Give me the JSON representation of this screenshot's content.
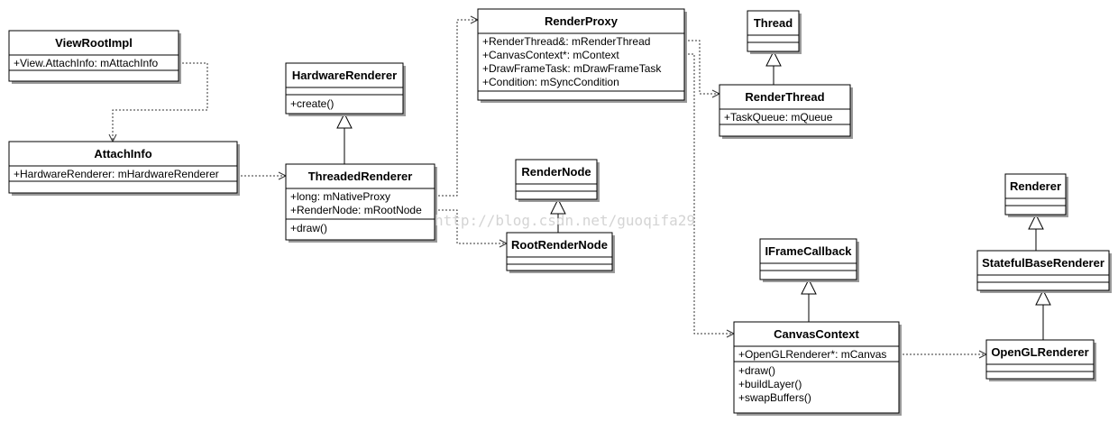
{
  "classes": {
    "view_root_impl": {
      "name": "ViewRootImpl",
      "attrs": [
        "+View.AttachInfo: mAttachInfo"
      ],
      "ops": []
    },
    "attach_info": {
      "name": "AttachInfo",
      "attrs": [
        "+HardwareRenderer: mHardwareRenderer"
      ],
      "ops": []
    },
    "hardware_renderer": {
      "name": "HardwareRenderer",
      "attrs": [],
      "ops": [
        "+create()"
      ]
    },
    "threaded_renderer": {
      "name": "ThreadedRenderer",
      "attrs": [
        "+long: mNativeProxy",
        "+RenderNode: mRootNode"
      ],
      "ops": [
        "+draw()"
      ]
    },
    "render_proxy": {
      "name": "RenderProxy",
      "attrs": [
        "+RenderThread&: mRenderThread",
        "+CanvasContext*: mContext",
        "+DrawFrameTask: mDrawFrameTask",
        "+Condition: mSyncCondition"
      ],
      "ops": []
    },
    "render_node": {
      "name": "RenderNode",
      "attrs": [],
      "ops": []
    },
    "root_render_node": {
      "name": "RootRenderNode",
      "attrs": [],
      "ops": []
    },
    "thread": {
      "name": "Thread",
      "attrs": [],
      "ops": []
    },
    "render_thread": {
      "name": "RenderThread",
      "attrs": [
        "+TaskQueue: mQueue"
      ],
      "ops": []
    },
    "iframe_callback": {
      "name": "IFrameCallback",
      "attrs": [],
      "ops": []
    },
    "canvas_context": {
      "name": "CanvasContext",
      "attrs": [
        "+OpenGLRenderer*: mCanvas"
      ],
      "ops": [
        "+draw()",
        "+buildLayer()",
        "+swapBuffers()"
      ]
    },
    "renderer": {
      "name": "Renderer",
      "attrs": [],
      "ops": []
    },
    "stateful_base_renderer": {
      "name": "StatefulBaseRenderer",
      "attrs": [],
      "ops": []
    },
    "opengl_renderer": {
      "name": "OpenGLRenderer",
      "attrs": [],
      "ops": []
    }
  },
  "relations": [
    {
      "type": "dependency",
      "from": "view_root_impl",
      "to": "attach_info"
    },
    {
      "type": "dependency",
      "from": "attach_info",
      "to": "threaded_renderer"
    },
    {
      "type": "dependency",
      "from": "threaded_renderer",
      "to": "render_proxy"
    },
    {
      "type": "dependency",
      "from": "threaded_renderer",
      "to": "root_render_node"
    },
    {
      "type": "dependency",
      "from": "render_proxy",
      "to": "render_thread"
    },
    {
      "type": "dependency",
      "from": "render_proxy",
      "to": "canvas_context"
    },
    {
      "type": "dependency",
      "from": "canvas_context",
      "to": "opengl_renderer"
    },
    {
      "type": "inheritance",
      "from": "threaded_renderer",
      "to": "hardware_renderer"
    },
    {
      "type": "inheritance",
      "from": "root_render_node",
      "to": "render_node"
    },
    {
      "type": "inheritance",
      "from": "render_thread",
      "to": "thread"
    },
    {
      "type": "inheritance",
      "from": "canvas_context",
      "to": "iframe_callback"
    },
    {
      "type": "inheritance",
      "from": "opengl_renderer",
      "to": "stateful_base_renderer"
    },
    {
      "type": "inheritance",
      "from": "stateful_base_renderer",
      "to": "renderer"
    }
  ],
  "watermark": "http://blog.csdn.net/guoqifa29"
}
